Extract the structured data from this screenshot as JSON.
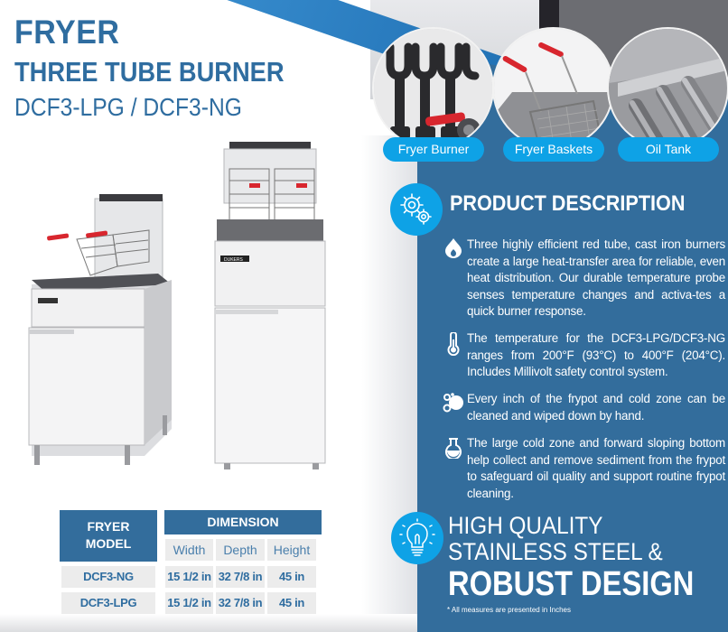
{
  "header": {
    "title_line1": "FRYER",
    "title_line2": "THREE TUBE BURNER",
    "title_line3": "DCF3-LPG / DCF3-NG"
  },
  "features": [
    {
      "label": "Fryer Burner",
      "icon": "burner-photo"
    },
    {
      "label": "Fryer Baskets",
      "icon": "baskets-photo"
    },
    {
      "label": "Oil Tank",
      "icon": "oil-tank-photo"
    }
  ],
  "description": {
    "icon": "gears-icon",
    "title": "PRODUCT DESCRIPTION",
    "bullets": [
      {
        "icon": "flame-icon",
        "text": "Three highly efficient red tube, cast iron burners create a large heat-transfer area for reliable, even heat distribution. Our durable temperature probe senses temperature changes and activa-tes a quick burner response."
      },
      {
        "icon": "thermometer-icon",
        "text": "The temperature for the DCF3-LPG/DCF3-NG ranges from 200°F (93°C) to 400°F (204°C). Includes Millivolt safety control system."
      },
      {
        "icon": "bubbles-icon",
        "text": "Every inch of the frypot and cold zone can be cleaned and wiped down by hand."
      },
      {
        "icon": "flask-icon",
        "text": "The large cold zone and forward sloping bottom help collect and remove sediment from the frypot to safeguard oil quality and support routine frypot cleaning."
      }
    ]
  },
  "quality": {
    "icon": "lightbulb-icon",
    "line1": "HIGH QUALITY",
    "line2": "STAINLESS STEEL &",
    "line3": "ROBUST DESIGN",
    "note": "* All measures are presented in Inches"
  },
  "product_images": {
    "brand_label": "DUKERS"
  },
  "table": {
    "model_header_line1": "FRYER",
    "model_header_line2": "MODEL",
    "dimension_header": "DIMENSION",
    "columns": [
      "Width",
      "Depth",
      "Height"
    ],
    "rows": [
      {
        "model": "DCF3-NG",
        "width": "15 1/2 in",
        "depth": "32 7/8 in",
        "height": "45 in"
      },
      {
        "model": "DCF3-LPG",
        "width": "15 1/2 in",
        "depth": "32 7/8 in",
        "height": "45 in"
      }
    ]
  },
  "colors": {
    "brand_blue": "#336d9c",
    "title_blue": "#2f6da0",
    "accent_cyan": "#0ea2e6",
    "cell_grey": "#ececec"
  }
}
